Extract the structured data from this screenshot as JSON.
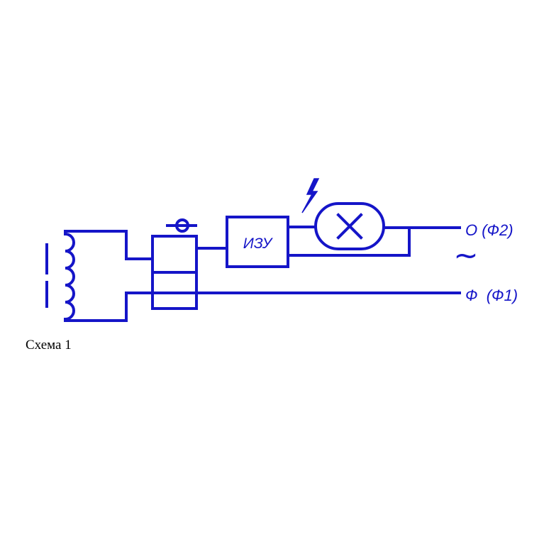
{
  "diagram": {
    "block_label": "ИЗУ",
    "terminal_neutral": "О (Ф2)",
    "terminal_phase": "Ф  (Ф1)",
    "ac_symbol": "~",
    "wire_color": "#1515c8"
  },
  "caption": "Схема 1"
}
